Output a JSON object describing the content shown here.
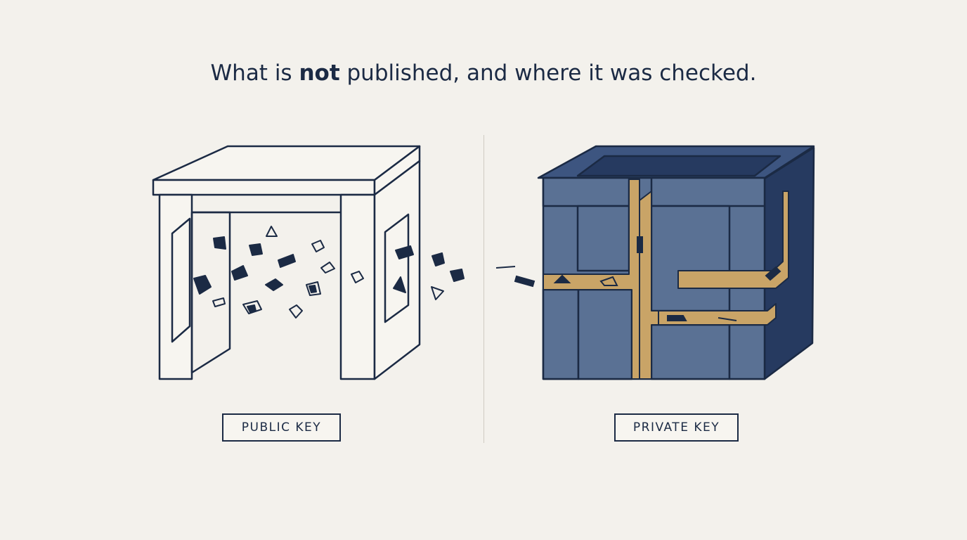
{
  "title": {
    "pre": "What is ",
    "emphasis": "not",
    "post": " published, and where it was checked."
  },
  "labels": {
    "public": "PUBLIC KEY",
    "private": "PRIVATE KEY"
  },
  "colors": {
    "navy": "#1b2a44",
    "steel_blue": "#5a7194",
    "dark_blue": "#2c3f63",
    "gold": "#c9a467",
    "background": "#f3f1ec"
  },
  "icons": {
    "public": "open-frame-icon",
    "private": "sealed-box-icon"
  }
}
